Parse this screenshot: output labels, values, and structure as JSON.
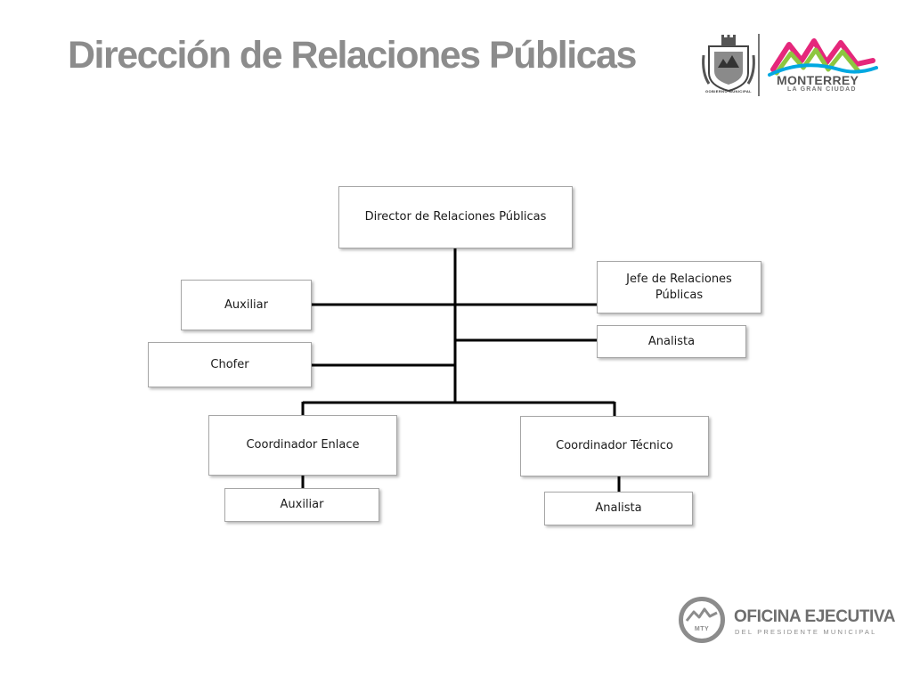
{
  "title": "Dirección de Relaciones Públicas",
  "header_logo": {
    "crest_label": "GOBIERNO MUNICIPAL",
    "city": "MONTERREY",
    "tagline": "LA GRAN CIUDAD",
    "colors": [
      "#e5277b",
      "#f49a1f",
      "#8dc63f",
      "#00a8e1",
      "#7b3f98"
    ]
  },
  "org_chart": {
    "director": "Director de Relaciones Públicas",
    "staff_right": [
      "Jefe de Relaciones Públicas",
      "Analista"
    ],
    "staff_left": [
      "Auxiliar",
      "Chofer"
    ],
    "coordinators": [
      {
        "title": "Coordinador Enlace",
        "subordinate": "Auxiliar"
      },
      {
        "title": "Coordinador Técnico",
        "subordinate": "Analista"
      }
    ]
  },
  "footer_logo": {
    "monogram": "MTY",
    "title": "OFICINA EJECUTIVA",
    "subtitle": "DEL PRESIDENTE MUNICIPAL"
  }
}
